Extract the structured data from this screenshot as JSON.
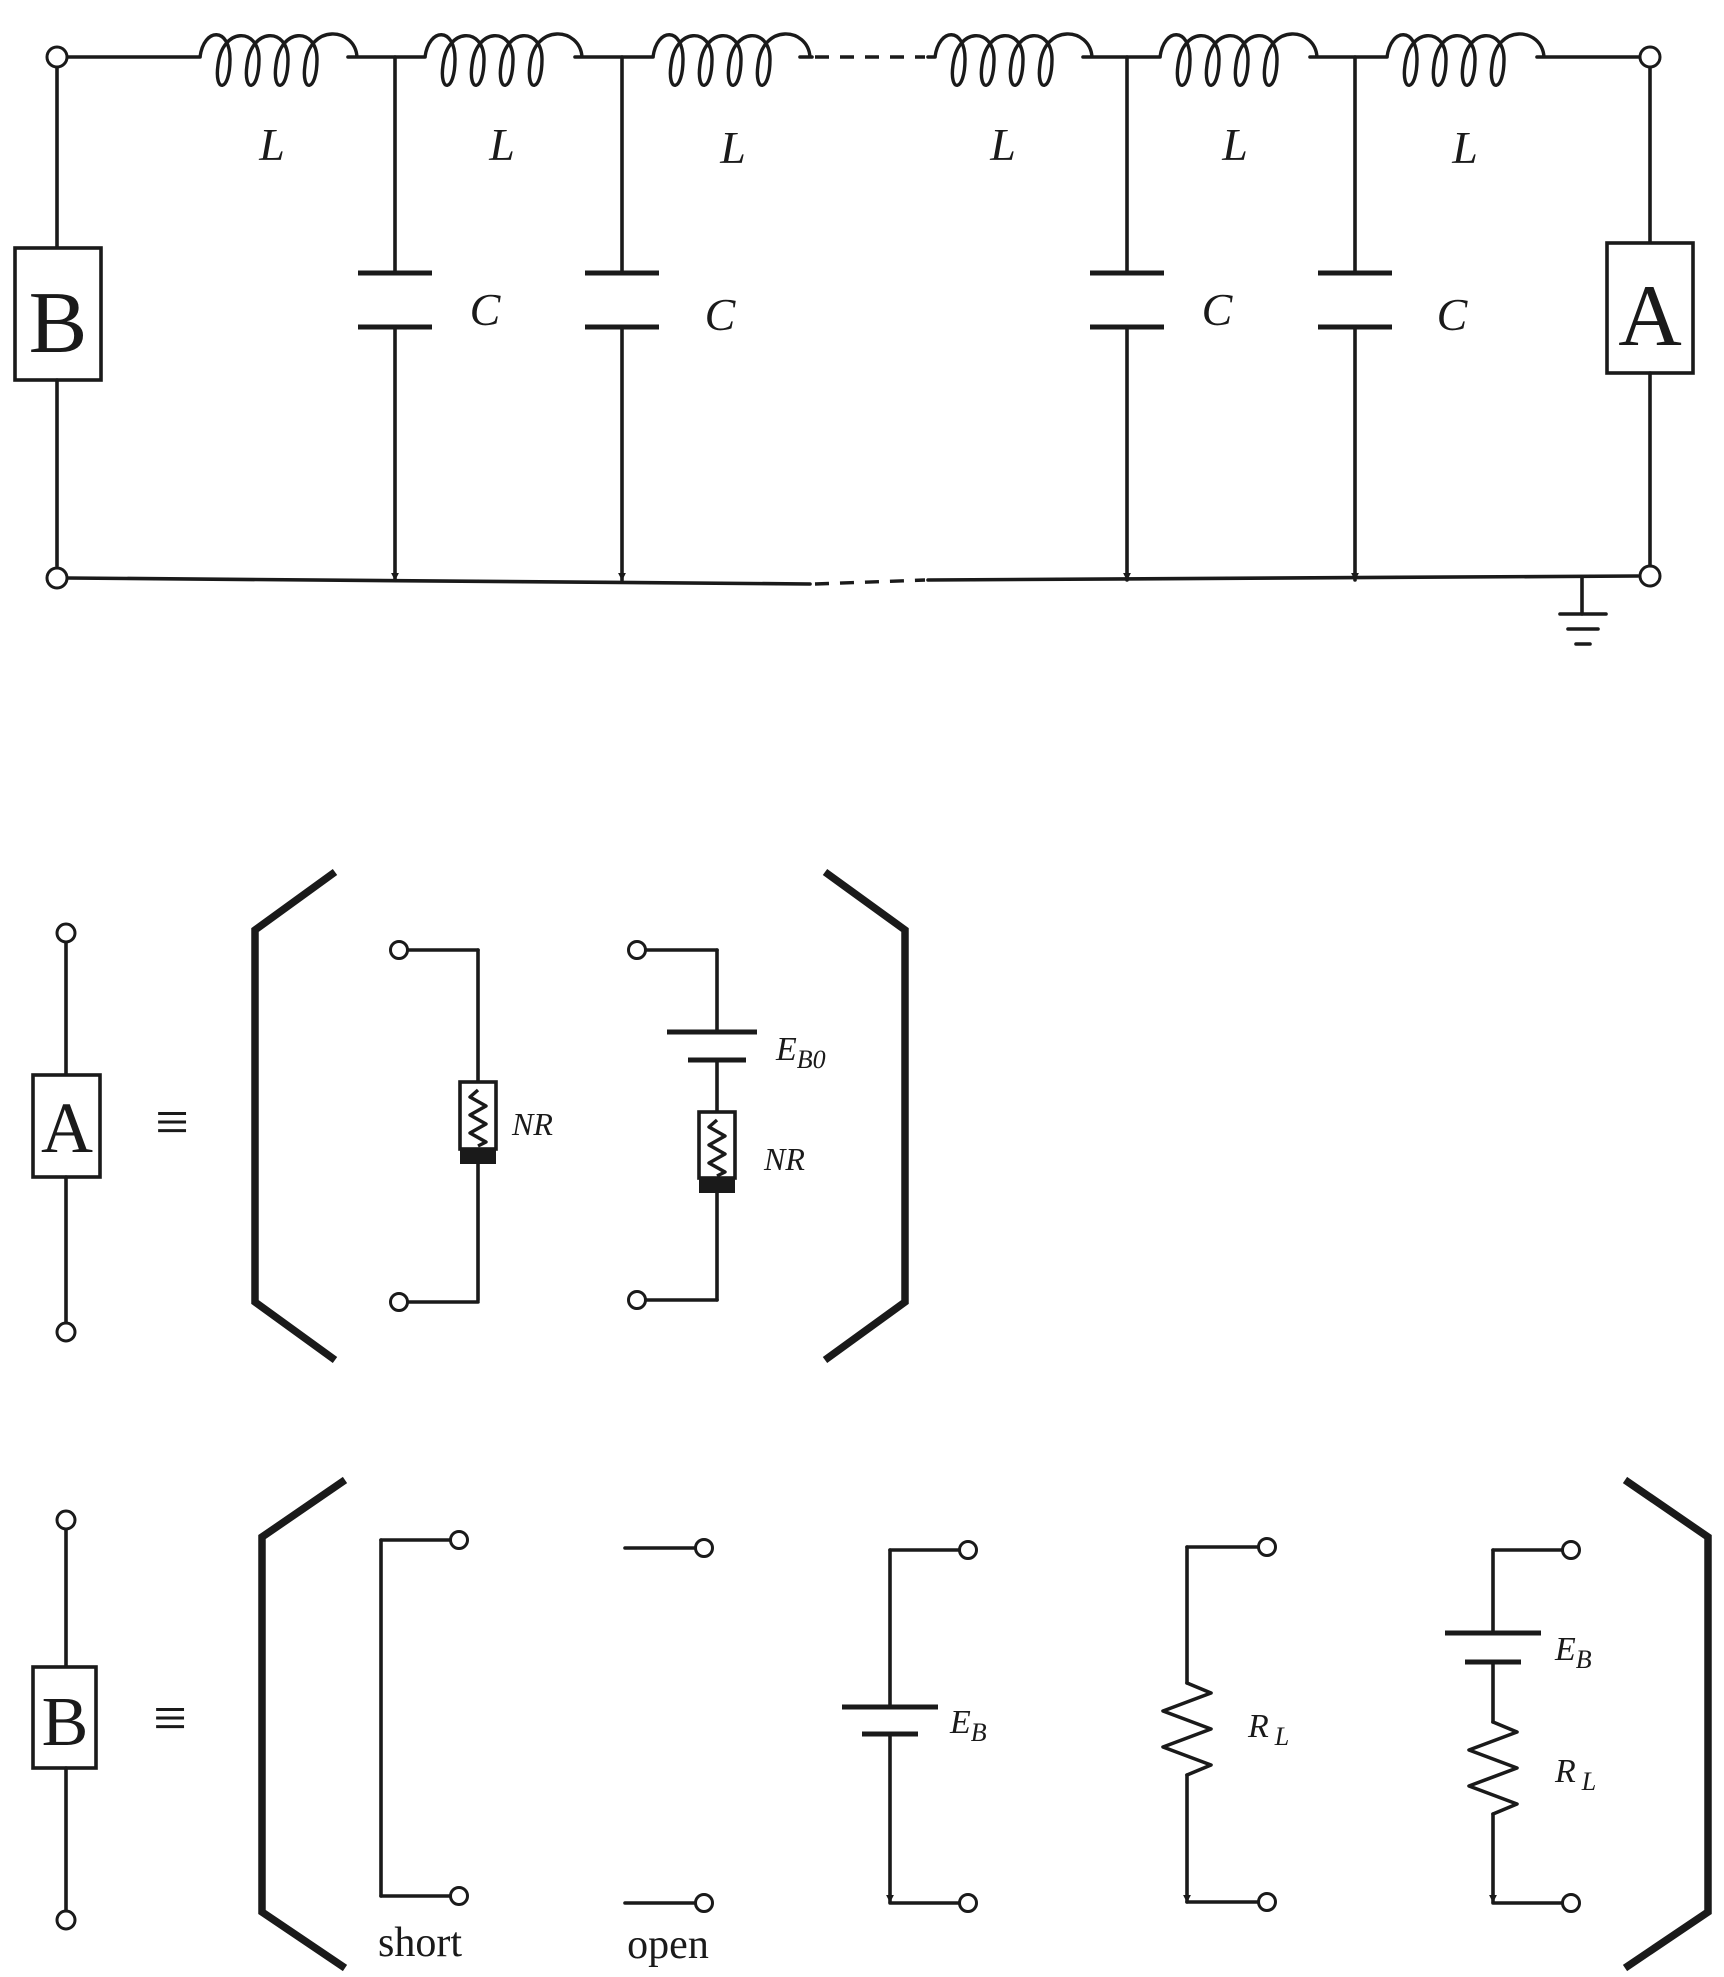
{
  "main_circuit": {
    "block_left_label": "B",
    "block_right_label": "A",
    "inductor_labels": [
      "L",
      "L",
      "L",
      "L",
      "L",
      "L"
    ],
    "capacitor_labels": [
      "C",
      "C",
      "C",
      "C"
    ]
  },
  "definition_A": {
    "block_label": "A",
    "equiv_symbol": "≡",
    "option1": {
      "element_label": "NR"
    },
    "option2": {
      "source_label": "E",
      "source_subscript": "B0",
      "element_label": "NR"
    }
  },
  "definition_B": {
    "block_label": "B",
    "equiv_symbol": "≡",
    "option_short": {
      "caption": "short"
    },
    "option_open": {
      "caption": "open"
    },
    "option_source": {
      "label": "E",
      "subscript": "B"
    },
    "option_resistor": {
      "label": "R",
      "subscript": "L"
    },
    "option_series": {
      "source_label": "E",
      "source_subscript": "B",
      "resistor_label": "R",
      "resistor_subscript": "L"
    }
  }
}
